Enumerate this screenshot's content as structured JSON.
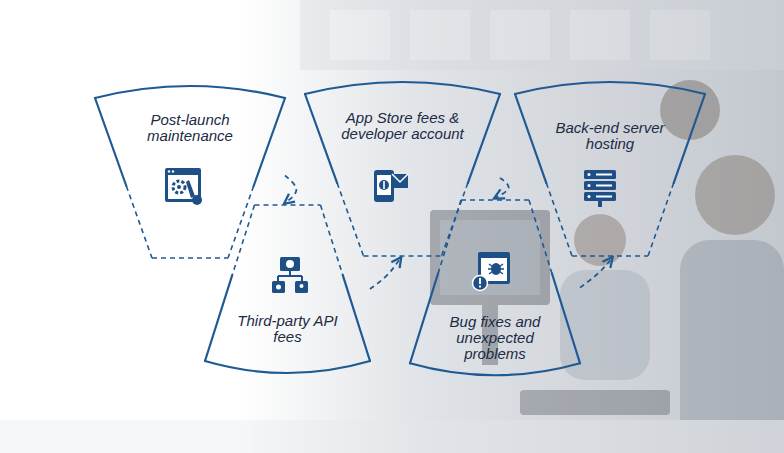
{
  "diagram": {
    "nodes": [
      {
        "text": [
          "Post-launch maintenance"
        ]
      },
      {
        "text": [
          "App Store fees & developer account"
        ]
      },
      {
        "text": [
          "Back-end server hosting"
        ]
      },
      {
        "text": [
          "Third-party API fees"
        ]
      },
      {
        "text": [
          "Bug fixes and unexpected problems"
        ]
      }
    ],
    "edges": [
      {
        "from": 0,
        "to": 3,
        "arrow": "to"
      },
      {
        "from": 3,
        "to": 1,
        "arrow": "to"
      },
      {
        "from": 1,
        "to": 4,
        "arrow": "to"
      },
      {
        "from": 4,
        "to": 2,
        "arrow": "to"
      }
    ]
  }
}
